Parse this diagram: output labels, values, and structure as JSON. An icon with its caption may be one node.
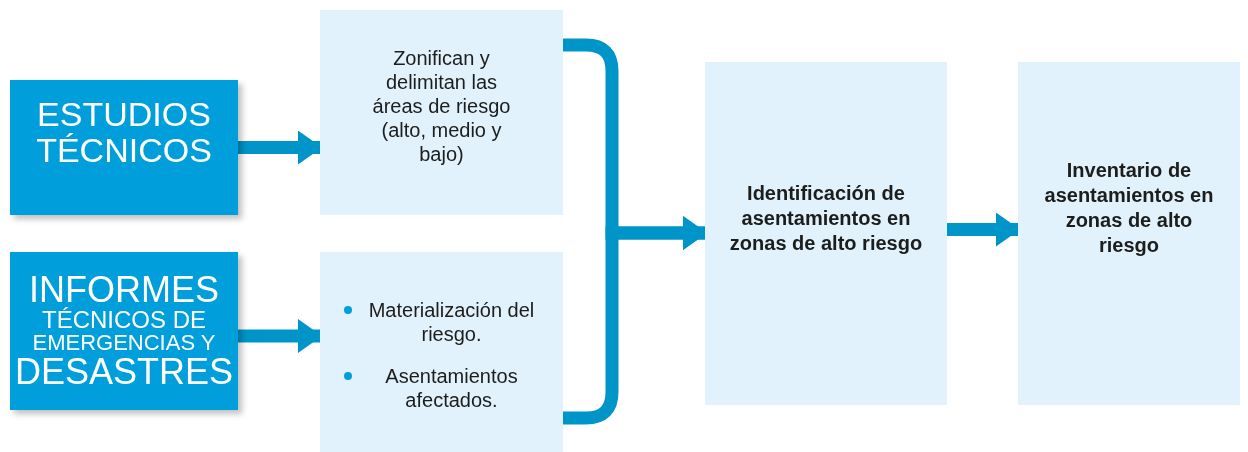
{
  "diagram": {
    "nodes": [
      {
        "text": [
          "ESTUDIOS TÉCNICOS"
        ]
      },
      {
        "text": [
          "Zonifican y delimitan las áreas de riesgo (alto, medio y bajo)"
        ]
      },
      {
        "text": [
          "INFORMES",
          "TÉCNICOS DE",
          "EMERGENCIAS Y",
          "DESASTRES"
        ]
      },
      {
        "text": [
          "Materialización del riesgo.",
          "Asentamientos afectados."
        ]
      },
      {
        "text": [
          "Identificación de asentamientos en zonas de alto riesgo"
        ]
      },
      {
        "text": [
          "Inventario de asentamientos en zonas de alto riesgo"
        ]
      }
    ],
    "edges": [
      {
        "from": 0,
        "to": 1,
        "arrow": "to"
      },
      {
        "from": 2,
        "to": 3,
        "arrow": "to"
      },
      {
        "from": 1,
        "to": 4,
        "arrow": "to"
      },
      {
        "from": 3,
        "to": 4,
        "arrow": "to"
      },
      {
        "from": 4,
        "to": 5,
        "arrow": "to"
      }
    ]
  }
}
